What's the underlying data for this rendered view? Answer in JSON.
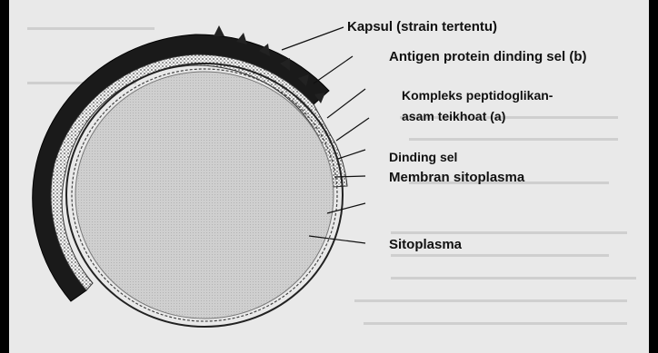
{
  "labels": {
    "capsule": "Kapsul (strain tertentu)",
    "antigen": "Antigen protein dinding sel (b)",
    "complex_line1": "Kompleks peptidoglikan-",
    "complex_line2": "asam teikhoat (a)",
    "cell_wall": "Dinding sel",
    "membrane": "Membran sitoplasma",
    "cytoplasm": "Sitoplasma"
  },
  "colors": {
    "background": "#000000",
    "page": "#e9e9e9",
    "cytoplasm": "#c8c8c8",
    "layer_dark": "#1a1a1a",
    "text": "#111111"
  }
}
